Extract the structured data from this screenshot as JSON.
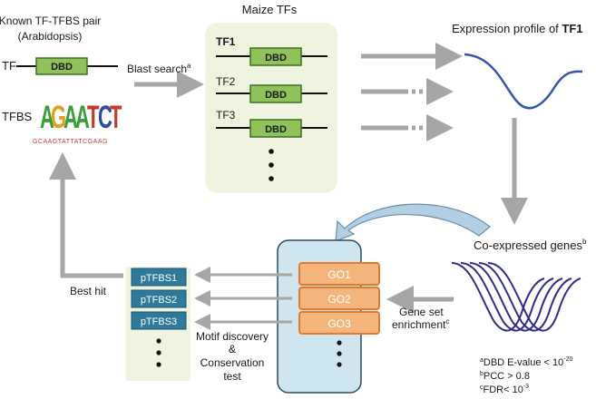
{
  "header": {
    "known_pair": "Known TF-TFBS pair",
    "known_pair_sub": "(Arabidopsis)",
    "maize_tfs": "Maize TFs",
    "expression_profile": "Expression profile of ",
    "expression_profile_bold": "TF1"
  },
  "left": {
    "tf_label": "TF",
    "dbd": "DBD",
    "tfbs_label": "TFBS",
    "blast_search": "Blast search",
    "blast_search_sup": "a",
    "best_hit": "Best hit"
  },
  "maize_tf_list": [
    {
      "label": "TF1",
      "bold": true,
      "dbd": "DBD"
    },
    {
      "label": "TF2",
      "bold": false,
      "dbd": "DBD"
    },
    {
      "label": "TF3",
      "bold": false,
      "dbd": "DBD"
    }
  ],
  "coexpressed": {
    "label": "Co-expressed genes",
    "sup": "b"
  },
  "go_terms": [
    "GO1",
    "GO2",
    "GO3"
  ],
  "ptfbs": [
    "pTFBS1",
    "pTFBS2",
    "pTFBS3"
  ],
  "gene_set": {
    "line1": "Gene set",
    "line2": "enrichment",
    "sup": "c"
  },
  "motif": {
    "line1": "Motif discovery",
    "line2": "&",
    "line3": "Conservation",
    "line4": "test"
  },
  "footnotes": [
    {
      "sup": "a",
      "text": "DBD E-value < 10",
      "exp": "-20"
    },
    {
      "sup": "b",
      "text": "PCC > 0.8",
      "exp": ""
    },
    {
      "sup": "c",
      "text": "FDR< 10",
      "exp": "-3"
    }
  ],
  "logo_letters": "AGAATCT",
  "colors": {
    "dbd_fill": "#8fc25a",
    "dbd_stroke": "#3f6e1f",
    "maize_panel": "#eef4e0",
    "arrow_gray": "#a6a6a6",
    "wave_blue": "#3b55a5",
    "wave_dark": "#2f2e8c",
    "go_fill": "#f3b57b",
    "go_stroke": "#e07b2f",
    "go_panel": "#cfe6f1",
    "go_panel_stroke": "#2e4a5a",
    "ptfbs_fill": "#2d7a9a",
    "ptfbs_stroke": "#1b5670",
    "ptfbs_panel": "#eef4e0"
  }
}
